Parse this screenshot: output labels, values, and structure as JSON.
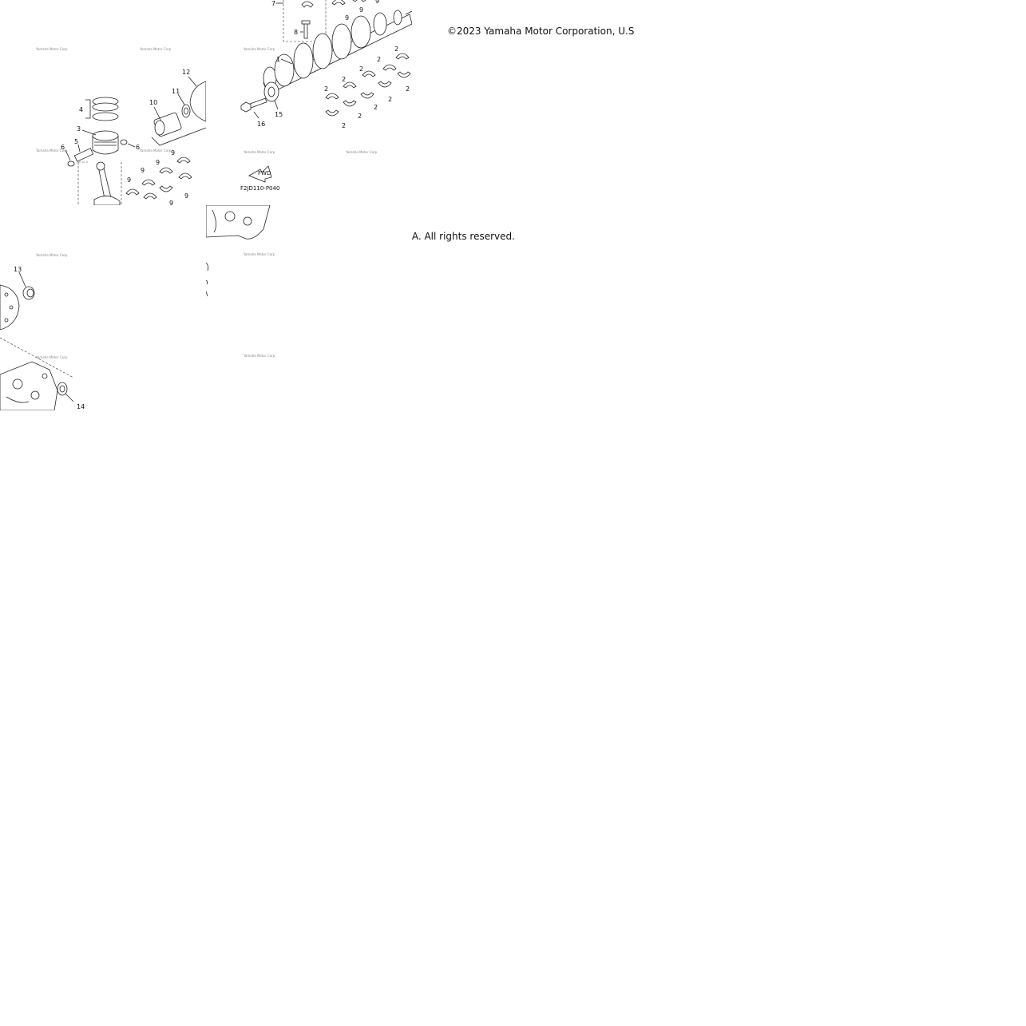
{
  "copyright": {
    "line_top": "©2023 Yamaha Motor Corporation, U.S",
    "line_bottom": ".A. All rights reserved."
  },
  "diagram": {
    "code": "F2JD110-P040",
    "fwd_label": "FWD",
    "watermark": "Yamaha Motor Corp.",
    "callouts_a": [
      "12",
      "11",
      "10",
      "4",
      "3",
      "5",
      "6",
      "6",
      "9",
      "9",
      "9",
      "9",
      "9",
      "9"
    ],
    "callouts_b": [
      "7",
      "8",
      "9",
      "9",
      "9",
      "1",
      "2",
      "2",
      "2",
      "2",
      "2",
      "2",
      "2",
      "2",
      "2",
      "2",
      "15",
      "16"
    ],
    "callouts_d": [
      "13",
      "14"
    ]
  }
}
